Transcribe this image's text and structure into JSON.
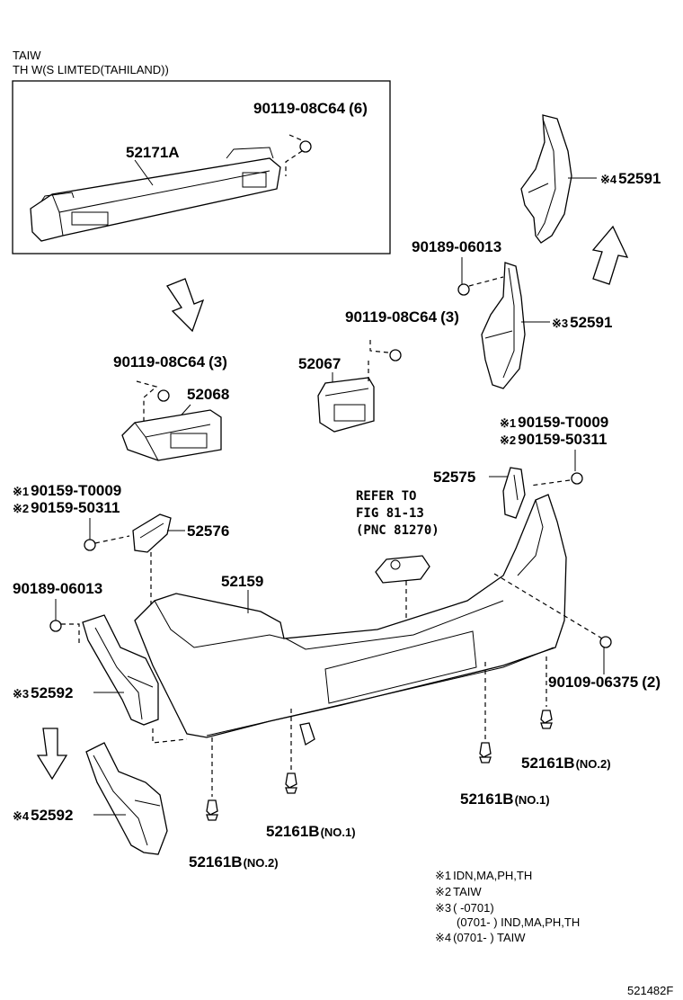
{
  "header": {
    "line1": "TAIW",
    "line2": "TH W(S LIMTED(TAHILAND))"
  },
  "parts": {
    "p52171A": "52171A",
    "p90119_top": "90119-08C64",
    "p90119_top_qty": "(6)",
    "p52591_upper": "52591",
    "p52591_upper_mark": "※4",
    "p90189_right": "90189-06013",
    "p90119_mid": "90119-08C64",
    "p90119_mid_qty": "(3)",
    "p52591_lower": "52591",
    "p52591_lower_mark": "※3",
    "p90119_left": "90119-08C64",
    "p90119_left_qty": "(3)",
    "p52067": "52067",
    "p52068": "52068",
    "clip_right_1": "90159-T0009",
    "clip_right_1_mark": "※1",
    "clip_right_2": "90159-50311",
    "clip_right_2_mark": "※2",
    "p52575": "52575",
    "clip_left_1": "90159-T0009",
    "clip_left_1_mark": "※1",
    "clip_left_2": "90159-50311",
    "clip_left_2_mark": "※2",
    "p52576": "52576",
    "refer_1": "REFER TO",
    "refer_2": "FIG 81-13",
    "refer_3": "(PNC 81270)",
    "p90189_left": "90189-06013",
    "p52159": "52159",
    "p52592_upper": "52592",
    "p52592_upper_mark": "※3",
    "p52592_lower": "52592",
    "p52592_lower_mark": "※4",
    "p90109": "90109-06375",
    "p90109_qty": "(2)",
    "p52161B_r_no2": "52161B",
    "p52161B_r_no2_tag": "(NO.2)",
    "p52161B_r_no1": "52161B",
    "p52161B_r_no1_tag": "(NO.1)",
    "p52161B_m_no1": "52161B",
    "p52161B_m_no1_tag": "(NO.1)",
    "p52161B_l_no2": "52161B",
    "p52161B_l_no2_tag": "(NO.2)"
  },
  "notes": [
    {
      "mark": "※1",
      "text": "IDN,MA,PH,TH"
    },
    {
      "mark": "※2",
      "text": "TAIW"
    },
    {
      "mark": "※3",
      "text": "(        -0701)"
    },
    {
      "mark": "",
      "text": "(0701-        ) IND,MA,PH,TH"
    },
    {
      "mark": "※4",
      "text": "(0701-        ) TAIW"
    }
  ],
  "figure_id": "521482F"
}
